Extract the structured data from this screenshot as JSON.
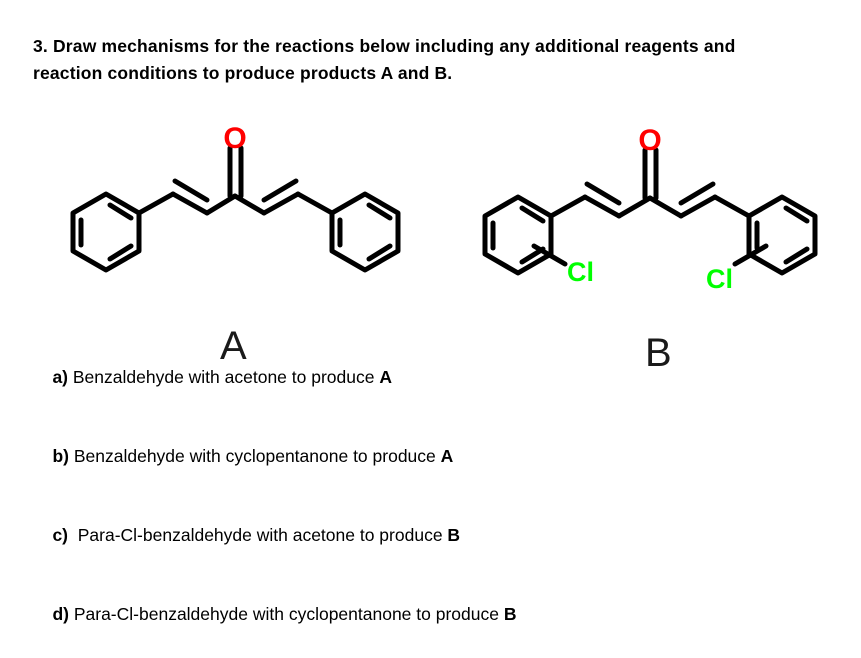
{
  "page": {
    "background_color": "#ffffff",
    "text_color": "#000000"
  },
  "prompt": {
    "text": "3. Draw mechanisms for the reactions below including any additional reagents and reaction conditions to produce products A and B."
  },
  "structures": {
    "compound_a": {
      "letter": "A",
      "name": "dibenzylideneacetone",
      "carbonyl_label": "O",
      "carbonyl_color": "#ff0000",
      "bond_color": "#000000",
      "rings": 2,
      "substituent_labels": []
    },
    "compound_b": {
      "letter": "B",
      "name": "bis(4-chlorobenzylidene)acetone",
      "carbonyl_label": "O",
      "carbonyl_color": "#ff0000",
      "bond_color": "#000000",
      "rings": 2,
      "substituent_labels": [
        "Cl",
        "Cl"
      ],
      "substituent_color": "#00ff00"
    }
  },
  "choices": [
    {
      "tag": "a)",
      "body": " Benzaldehyde with acetone to produce ",
      "product": "A"
    },
    {
      "tag": "b)",
      "body": " Benzaldehyde with cyclopentanone to produce ",
      "product": "A"
    },
    {
      "tag": "c)",
      "body": "  Para-Cl-benzaldehyde with acetone to produce ",
      "product": "B"
    },
    {
      "tag": "d)",
      "body": " Para-Cl-benzaldehyde with cyclopentanone to produce ",
      "product": "B"
    }
  ]
}
